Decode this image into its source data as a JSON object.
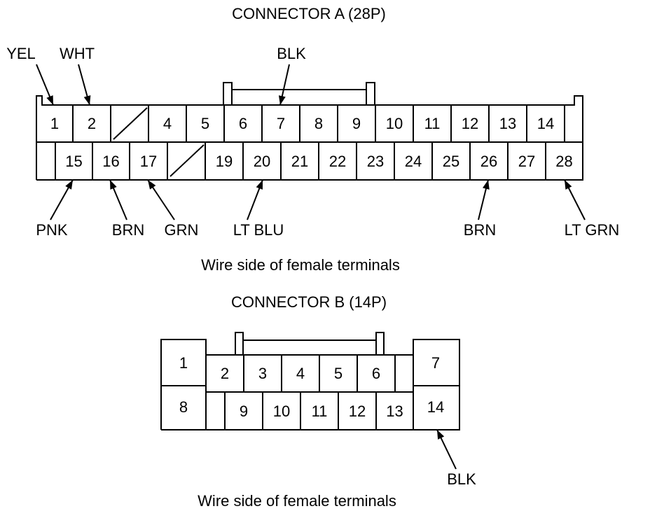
{
  "connector_a": {
    "title": "CONNECTOR A (28P)",
    "caption": "Wire side of female terminals",
    "top_row": [
      "1",
      "2",
      "",
      "4",
      "5",
      "6",
      "7",
      "8",
      "9",
      "10",
      "11",
      "12",
      "13",
      "14"
    ],
    "bottom_row": [
      "15",
      "16",
      "17",
      "",
      "19",
      "20",
      "21",
      "22",
      "23",
      "24",
      "25",
      "26",
      "27",
      "28"
    ],
    "wires": [
      {
        "label": "YEL",
        "terminal": "1"
      },
      {
        "label": "WHT",
        "terminal": "2"
      },
      {
        "label": "BLK",
        "terminal": "7"
      },
      {
        "label": "PNK",
        "terminal": "15"
      },
      {
        "label": "BRN",
        "terminal": "16"
      },
      {
        "label": "GRN",
        "terminal": "17"
      },
      {
        "label": "LT BLU",
        "terminal": "20"
      },
      {
        "label": "BRN",
        "terminal": "26"
      },
      {
        "label": "LT GRN",
        "terminal": "28"
      }
    ]
  },
  "connector_b": {
    "title": "CONNECTOR B (14P)",
    "caption": "Wire side of female terminals",
    "left_pins": [
      "1",
      "8"
    ],
    "top_row": [
      "2",
      "3",
      "4",
      "5",
      "6"
    ],
    "bottom_row": [
      "9",
      "10",
      "11",
      "12",
      "13"
    ],
    "right_pins": [
      "7",
      "14"
    ],
    "wires": [
      {
        "label": "BLK",
        "terminal": "14"
      }
    ]
  }
}
